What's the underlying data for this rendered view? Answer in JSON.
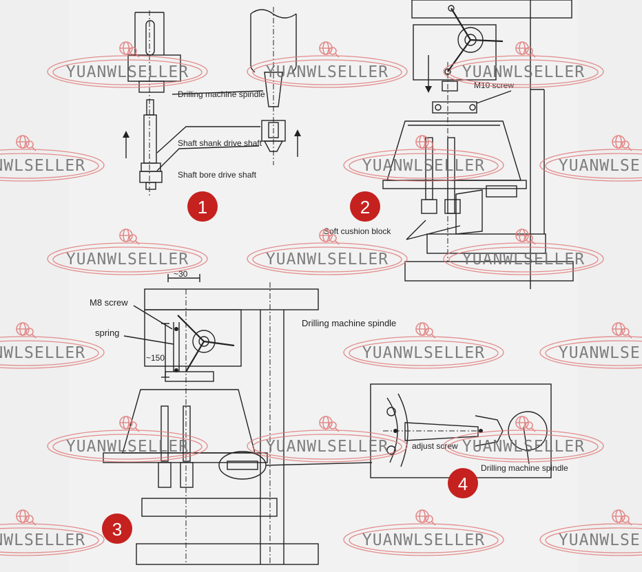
{
  "watermark": {
    "text": "YUANWLSELLER",
    "icon": "globe-search-icon",
    "color": "#e07a7a"
  },
  "badge_color": "#c5211f",
  "steps": [
    {
      "number": "1"
    },
    {
      "number": "2"
    },
    {
      "number": "3"
    },
    {
      "number": "4"
    }
  ],
  "panel1": {
    "spindle_label": "Drilling machine spindle",
    "shank_label": "Shaft shank drive shaft",
    "bore_label": "Shaft bore drive shaft"
  },
  "panel2": {
    "screw_label": "M10 screw",
    "cushion_label": "Soft cushion block"
  },
  "panel3": {
    "screw_label": "M8 screw",
    "spring_label": "spring",
    "spindle_label": "Drilling machine spindle",
    "dim_top": "~30",
    "dim_side": "~150"
  },
  "panel4": {
    "adjust_label": "adjust screw",
    "spindle_label": "Drilling machine spindle"
  }
}
